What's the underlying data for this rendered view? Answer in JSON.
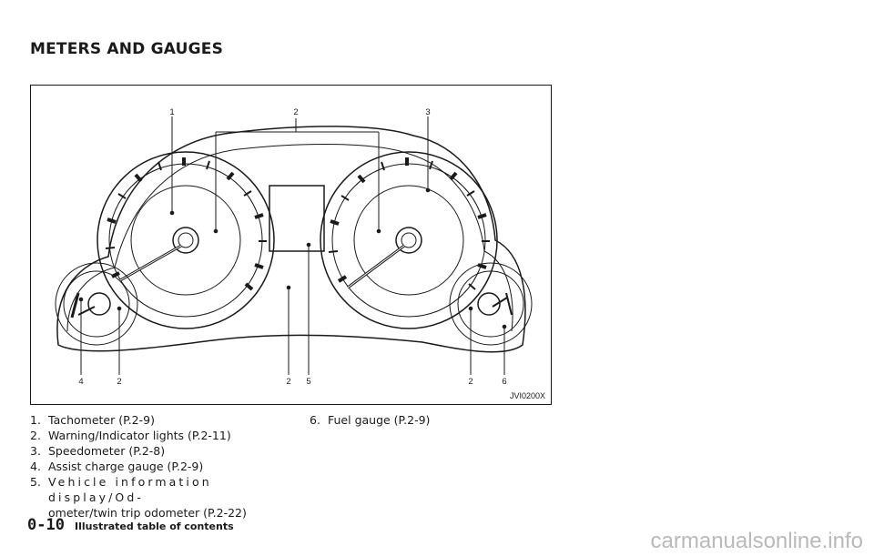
{
  "heading": "METERS AND GAUGES",
  "figure": {
    "code": "JVI0200X",
    "callouts": {
      "top": [
        "1",
        "2",
        "3"
      ],
      "bottom": [
        "4",
        "2",
        "2",
        "5",
        "2",
        "6"
      ]
    }
  },
  "legend": [
    {
      "num": "1.",
      "text": "Tachometer (P.2-9)"
    },
    {
      "num": "2.",
      "text": "Warning/Indicator lights (P.2-11)"
    },
    {
      "num": "3.",
      "text": "Speedometer (P.2-8)"
    },
    {
      "num": "4.",
      "text": "Assist charge gauge (P.2-9)"
    },
    {
      "num": "5.",
      "text_line1": "Vehicle information display/Od-",
      "text_line2": "ometer/twin trip odometer (P.2-22)"
    },
    {
      "num": "6.",
      "text": "Fuel gauge (P.2-9)"
    }
  ],
  "footer": {
    "page": "0-10",
    "section": "Illustrated table of contents"
  },
  "watermark": "carmanualsonline.info"
}
